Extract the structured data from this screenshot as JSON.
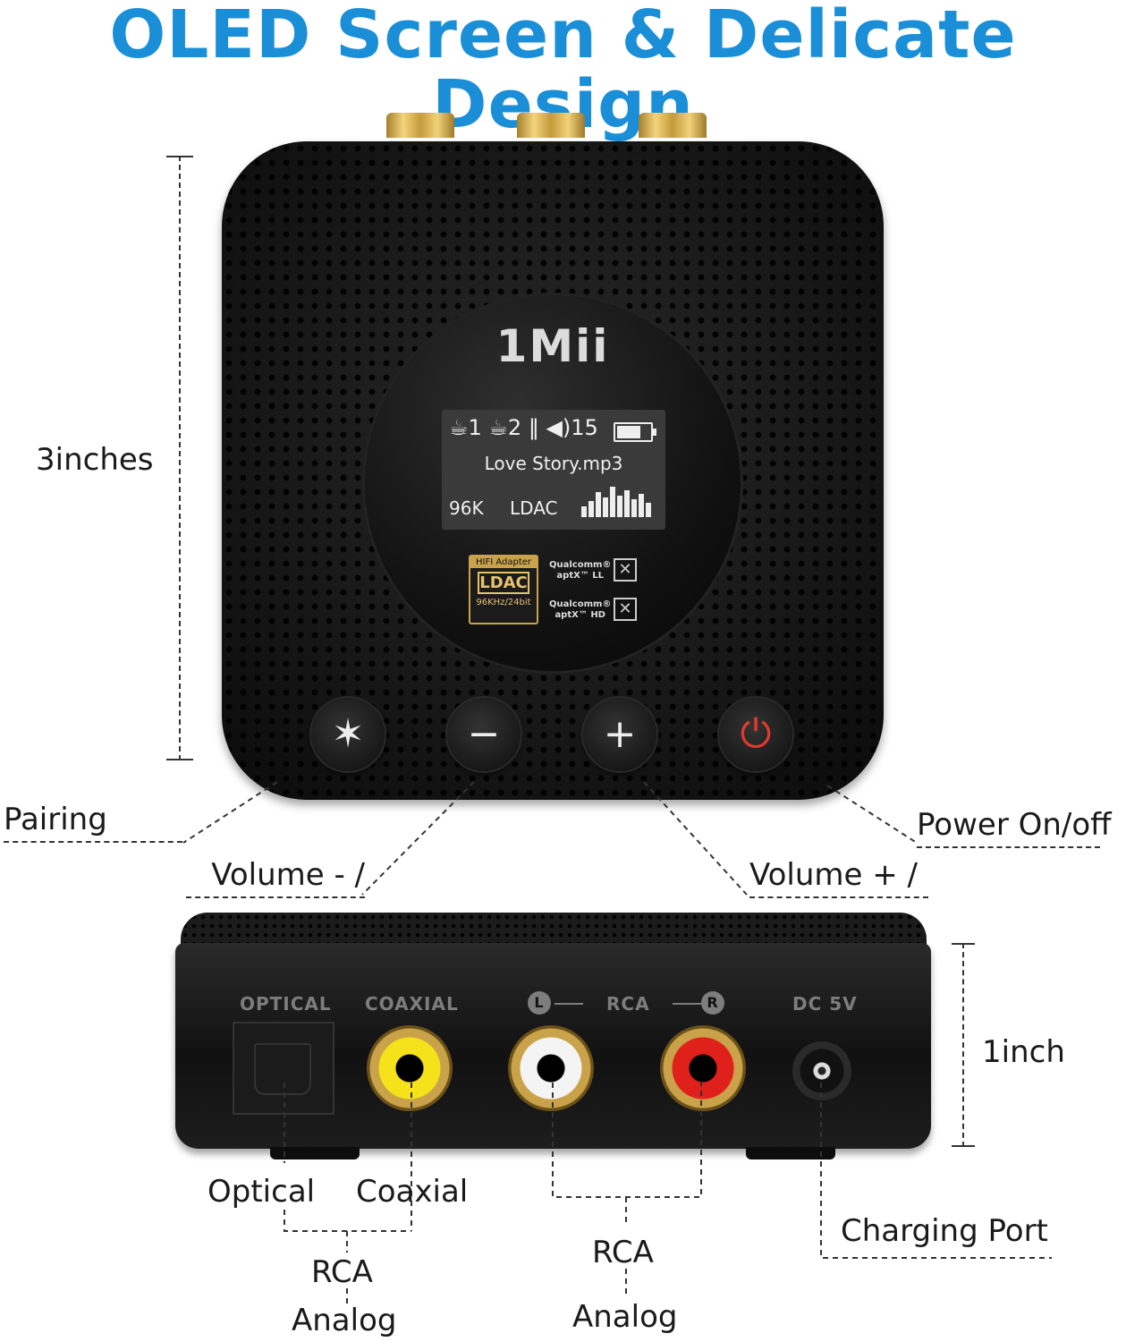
{
  "title": "OLED Screen & Delicate Design",
  "dimensions": {
    "height": "3inches",
    "depth": "1inch"
  },
  "device": {
    "brand": "1Mii",
    "oled": {
      "status_line": "☕1  ☕2  ‖  ◀)15",
      "song": "Love Story.mp3",
      "sample_rate": "96K",
      "codec": "LDAC"
    },
    "badge": {
      "header": "HIFI Adapter",
      "main": "LDAC",
      "footer": "96KHz/24bit"
    },
    "qualcomm": [
      {
        "line1": "Qualcomm®",
        "line2": "aptX™ LL"
      },
      {
        "line1": "Qualcomm®",
        "line2": "aptX™ HD"
      }
    ],
    "buttons": {
      "bluetooth": "✶",
      "minus": "−",
      "plus": "+",
      "power": "⏻"
    }
  },
  "callouts": {
    "pairing": "Pairing",
    "volume_minus": "Volume - /",
    "volume_plus": "Volume + /",
    "power": "Power On/off"
  },
  "ports": {
    "optical_label": "OPTICAL",
    "coaxial_label": "COAXIAL",
    "rca_label": "RCA",
    "rca_left": "L",
    "rca_right": "R",
    "dc_label": "DC 5V"
  },
  "port_callouts": {
    "optical": "Optical",
    "coaxial": "Coaxial",
    "rca_analog_left_1": "RCA",
    "rca_analog_left_2": "Analog",
    "rca_analog_right_1": "RCA",
    "rca_analog_right_2": "Analog",
    "charging": "Charging Port"
  },
  "colors": {
    "title": "#1a8fd8",
    "power_icon": "#e03a2e",
    "coaxial_jack": "#f5e21b",
    "rca_red": "#e0201a"
  }
}
